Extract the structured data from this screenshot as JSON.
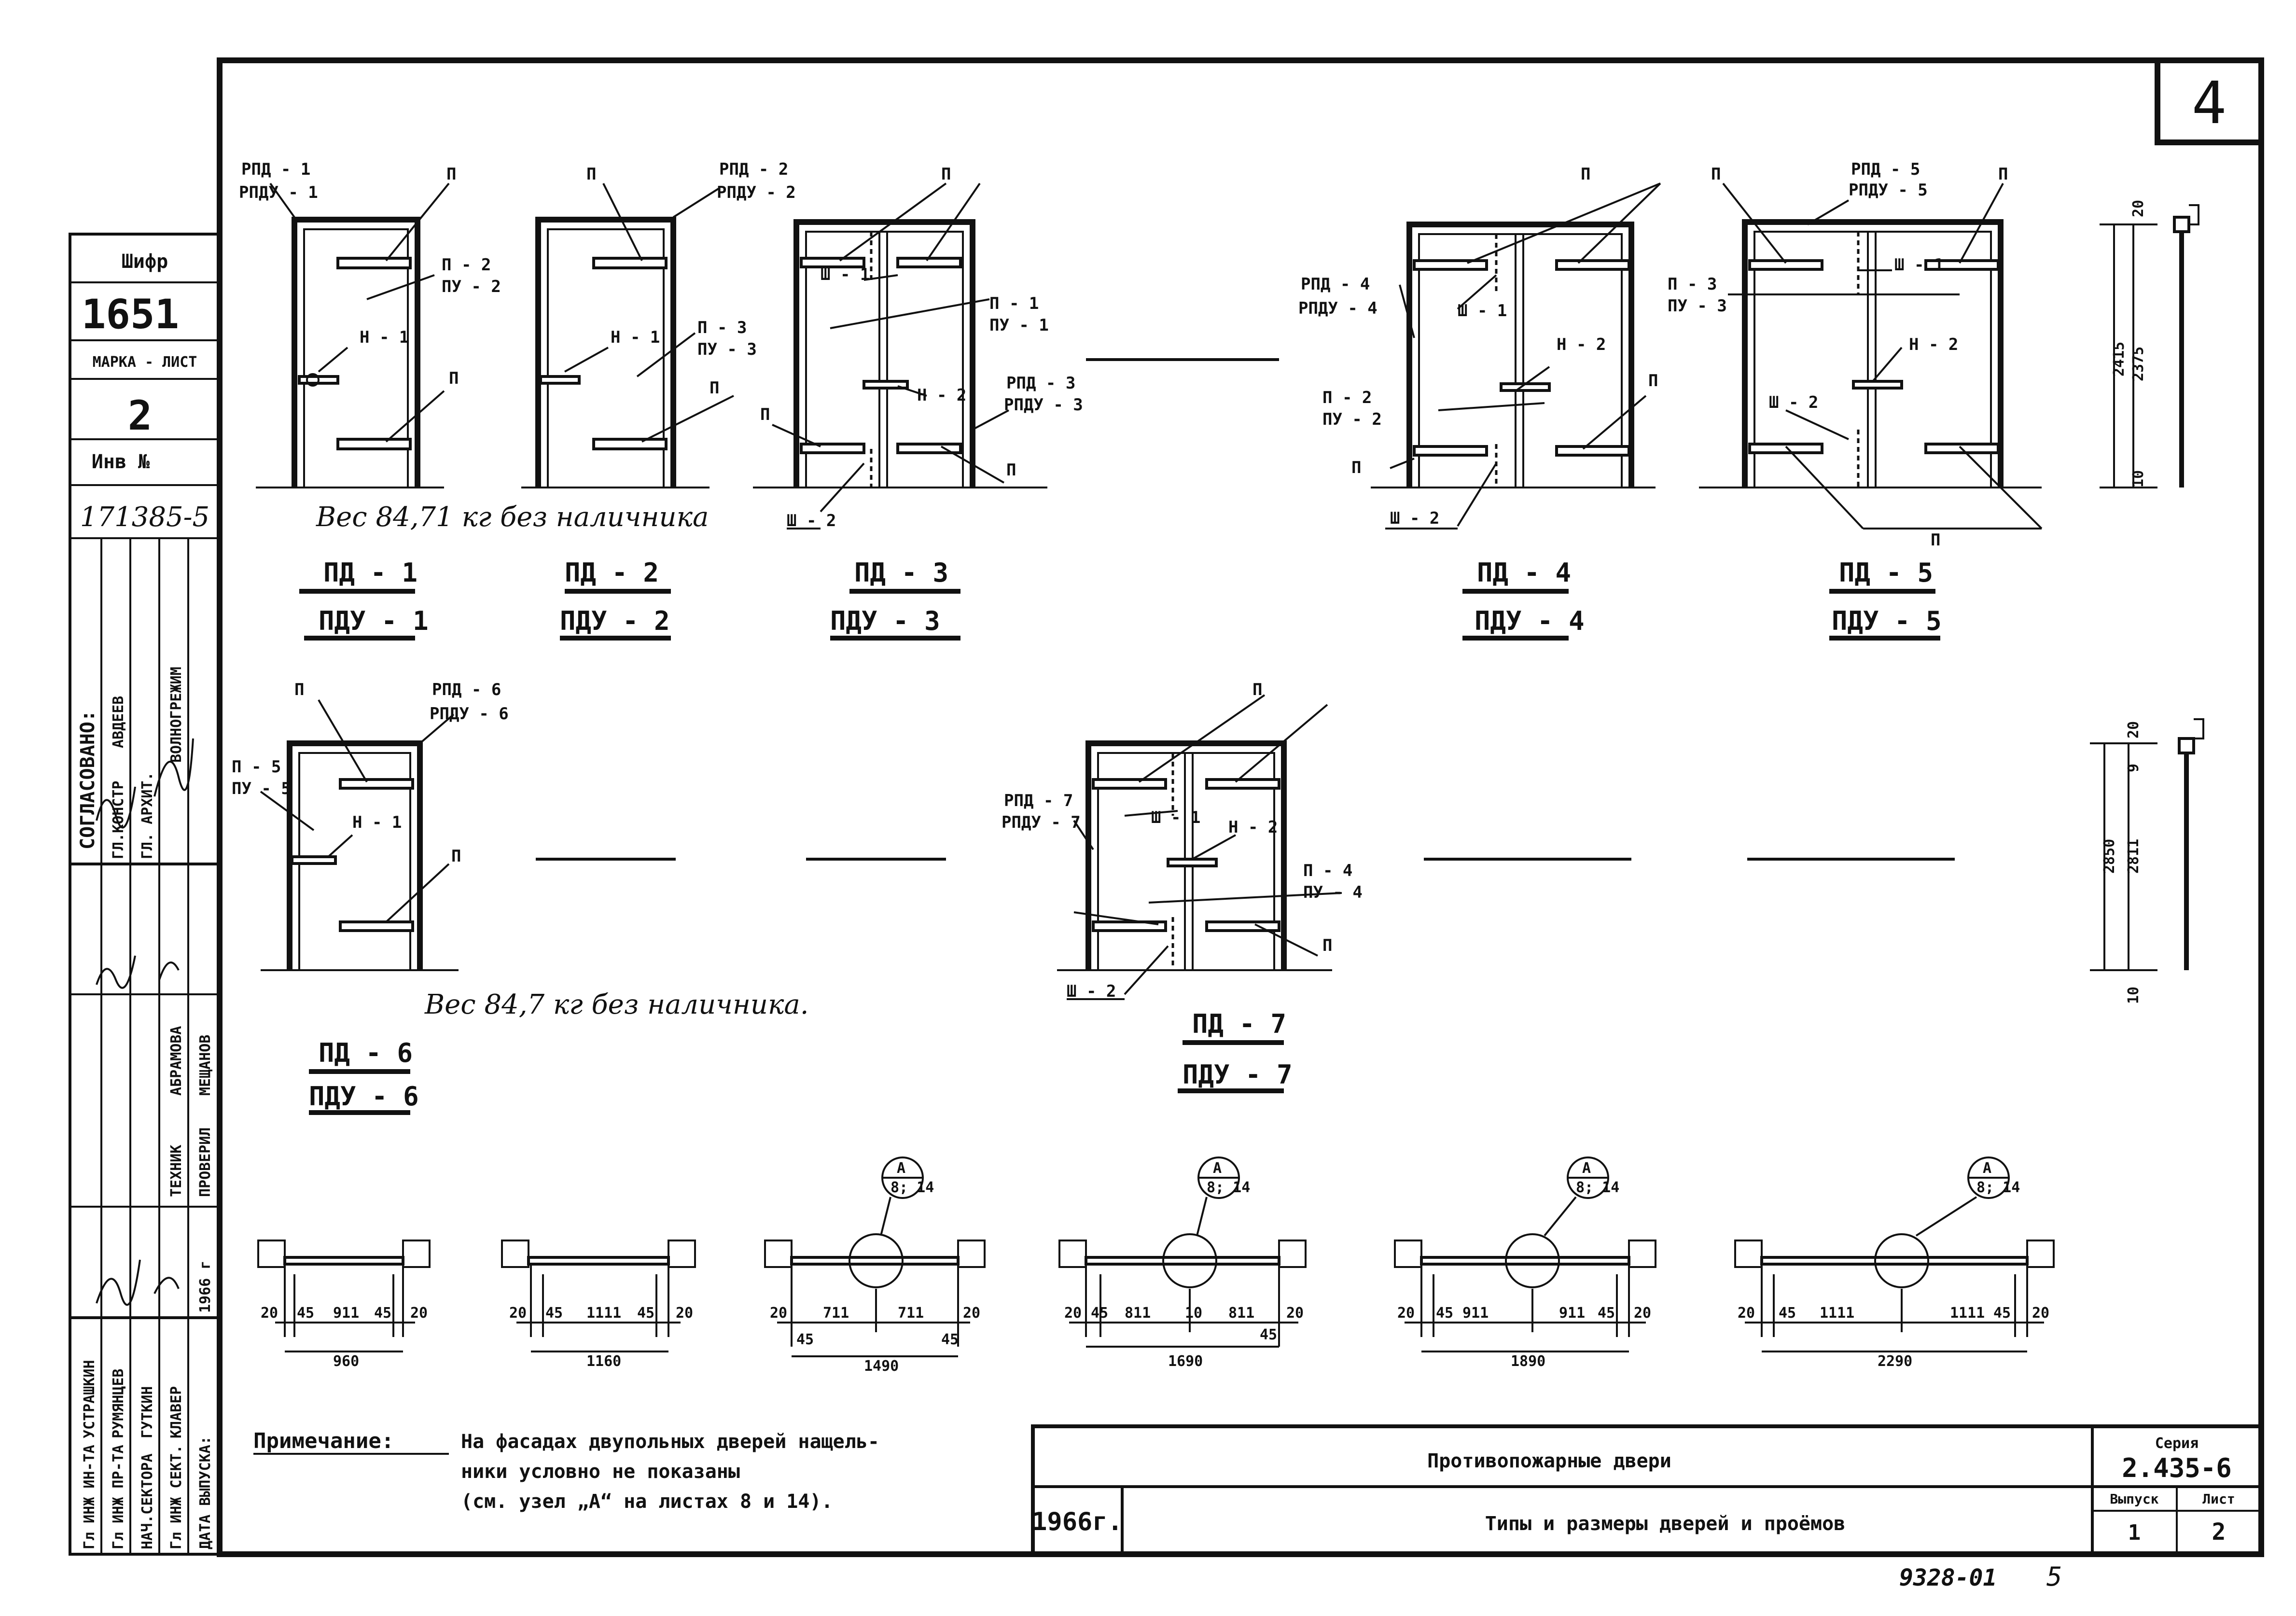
{
  "sheet_number": "4",
  "sidebar": {
    "cipher_label": "Шифр",
    "cipher_value": "1651",
    "mark_sheet_label": "МАРКА - ЛИСТ",
    "mark_sheet_value": "2",
    "inv_label": "Инв №",
    "inv_value": "171385-5",
    "agreed_label": "СОГЛАСОВАНО:",
    "roles": [
      "ГЛ.КОНСТР",
      "ГЛ. АРХИТ.",
      "ВОЛНОГРЕЖИМ"
    ],
    "names": [
      "АВДЕЕВ"
    ],
    "staff_roles": [
      "Гл ИНЖ ИН-ТА",
      "Гл ИНЖ ПР-ТА",
      "НАЧ.СЕКТОРА",
      "Гл ИНЖ СЕКТ.",
      "ДАТА ВЫПУСКА:"
    ],
    "staff_names": [
      "УСТРАШКИН",
      "РУМЯНЦЕВ",
      "ГУТКИН",
      "КЛАВЕР",
      "1966 г"
    ],
    "staff_roles2": [
      "ТЕХНИК",
      "ПРОВЕРИЛ"
    ],
    "staff_names2": [
      "АБРАМОВА",
      "МЕЩАНОВ"
    ]
  },
  "doors_row1": [
    {
      "code1": "ПД - 1",
      "code2": "ПДУ - 1",
      "top_label": "РПД - 1",
      "top_label2": "РПДУ - 1",
      "panel": "П - 2",
      "panel2": "ПУ - 2",
      "handle": "Н - 1",
      "hinge": "П"
    },
    {
      "code1": "ПД - 2",
      "code2": "ПДУ - 2",
      "top_label": "РПД - 2",
      "top_label2": "РПДУ - 2",
      "panel": "П - 3",
      "panel2": "ПУ - 3",
      "handle": "Н - 1",
      "hinge": "П"
    },
    {
      "code1": "ПД - 3",
      "code2": "ПДУ - 3",
      "top_label": "РПД - 3",
      "top_label2": "РПДУ - 3",
      "panel": "П - 1",
      "panel2": "ПУ - 1",
      "handle": "Н - 2",
      "hinge": "П",
      "bolt_top": "Ш - 1",
      "bolt_bottom": "Ш - 2"
    },
    {
      "code1": "ПД - 4",
      "code2": "ПДУ - 4",
      "top_label": "РПД - 4",
      "top_label2": "РПДУ - 4",
      "panel": "П - 2",
      "panel2": "ПУ - 2",
      "handle": "Н - 2",
      "hinge": "П",
      "bolt_top": "Ш - 1",
      "bolt_bottom": "Ш - 2"
    },
    {
      "code1": "ПД - 5",
      "code2": "ПДУ - 5",
      "top_label": "РПД - 5",
      "top_label2": "РПДУ - 5",
      "panel": "П - 3",
      "panel2": "ПУ - 3",
      "handle": "Н - 2",
      "hinge": "П",
      "bolt_top": "Ш - 1",
      "bolt_bottom": "Ш - 2"
    }
  ],
  "doors_row2": [
    {
      "code1": "ПД - 6",
      "code2": "ПДУ - 6",
      "top_label": "РПД - 6",
      "top_label2": "РПДУ - 6",
      "panel": "П - 5",
      "panel2": "ПУ - 5",
      "handle": "Н - 1",
      "hinge": "П"
    },
    {
      "code1": "ПД - 7",
      "code2": "ПДУ - 7",
      "top_label": "РПД - 7",
      "top_label2": "РПДУ - 7",
      "panel": "П - 4",
      "panel2": "ПУ - 4",
      "handle": "Н - 2",
      "hinge": "П",
      "bolt_top": "Ш - 1",
      "bolt_bottom": "Ш - 2"
    }
  ],
  "weight_notes": [
    "Вес 84,71 кг без наличника",
    "Вес 84,7 кг без наличника."
  ],
  "profile_row1": {
    "top": "20",
    "mid": "2375",
    "bot": "10",
    "total": "2415"
  },
  "profile_row2": {
    "top": "20",
    "mid": "2811",
    "bot": "10",
    "total": "2850",
    "small": "9"
  },
  "plans": [
    {
      "segments": [
        "20",
        "45",
        "911",
        "45",
        "20"
      ],
      "total": "960"
    },
    {
      "segments": [
        "20",
        "45",
        "1111",
        "45",
        "20"
      ],
      "total": "1160"
    },
    {
      "segments": [
        "20",
        "711",
        "711",
        "20"
      ],
      "bottom": [
        "45",
        "45"
      ],
      "total": "1490",
      "node": "А",
      "node_ref": "8; 14"
    },
    {
      "segments": [
        "20",
        "45",
        "811",
        "10",
        "811",
        "20"
      ],
      "bottom": [
        "45"
      ],
      "total": "1690",
      "node": "А",
      "node_ref": "8; 14"
    },
    {
      "segments": [
        "20",
        "45",
        "911",
        "911",
        "45",
        "20"
      ],
      "total": "1890",
      "node": "А",
      "node_ref": "8; 14"
    },
    {
      "segments": [
        "20",
        "45",
        "1111",
        "1111",
        "45",
        "20"
      ],
      "total": "2290",
      "node": "А",
      "node_ref": "8; 14"
    }
  ],
  "note": {
    "label": "Примечание:",
    "line1": "На фасадах двупольных дверей нащель-",
    "line2": "ники условно не показаны",
    "line3": "(см. узел „А“ на листах 8 и 14)."
  },
  "title_block": {
    "title1": "Противопожарные двери",
    "title2": "Типы и размеры дверей и проёмов",
    "year": "1966г.",
    "series_label": "Серия",
    "series_value": "2.435-6",
    "issue_label": "Выпуск",
    "issue_value": "1",
    "sheet_label": "Лист",
    "sheet_value": "2"
  },
  "footer_stamp": "9328-01",
  "footer_page": "5"
}
